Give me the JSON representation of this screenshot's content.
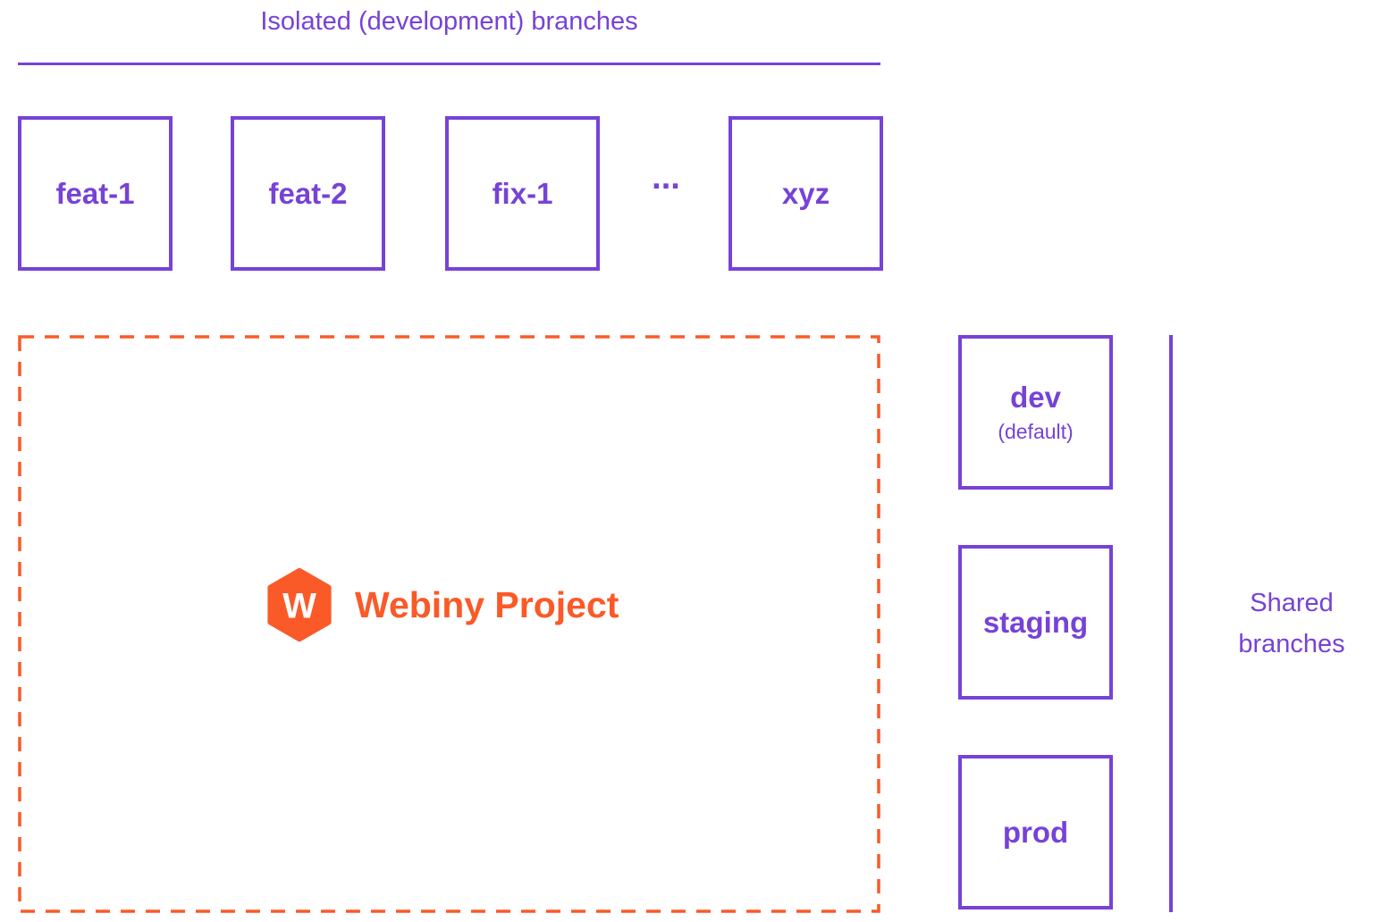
{
  "colors": {
    "purple": "#7742d6",
    "orange": "#fa5a28"
  },
  "header": {
    "title": "Isolated (development) branches"
  },
  "isolated_branches": [
    {
      "label": "feat-1"
    },
    {
      "label": "feat-2"
    },
    {
      "label": "fix-1"
    },
    {
      "label": "xyz"
    }
  ],
  "ellipsis": "...",
  "project": {
    "name": "Webiny Project",
    "logo_letter": "W"
  },
  "shared_branches": [
    {
      "label": "dev",
      "sublabel": "(default)"
    },
    {
      "label": "staging",
      "sublabel": ""
    },
    {
      "label": "prod",
      "sublabel": ""
    }
  ],
  "shared_label": "Shared branches"
}
